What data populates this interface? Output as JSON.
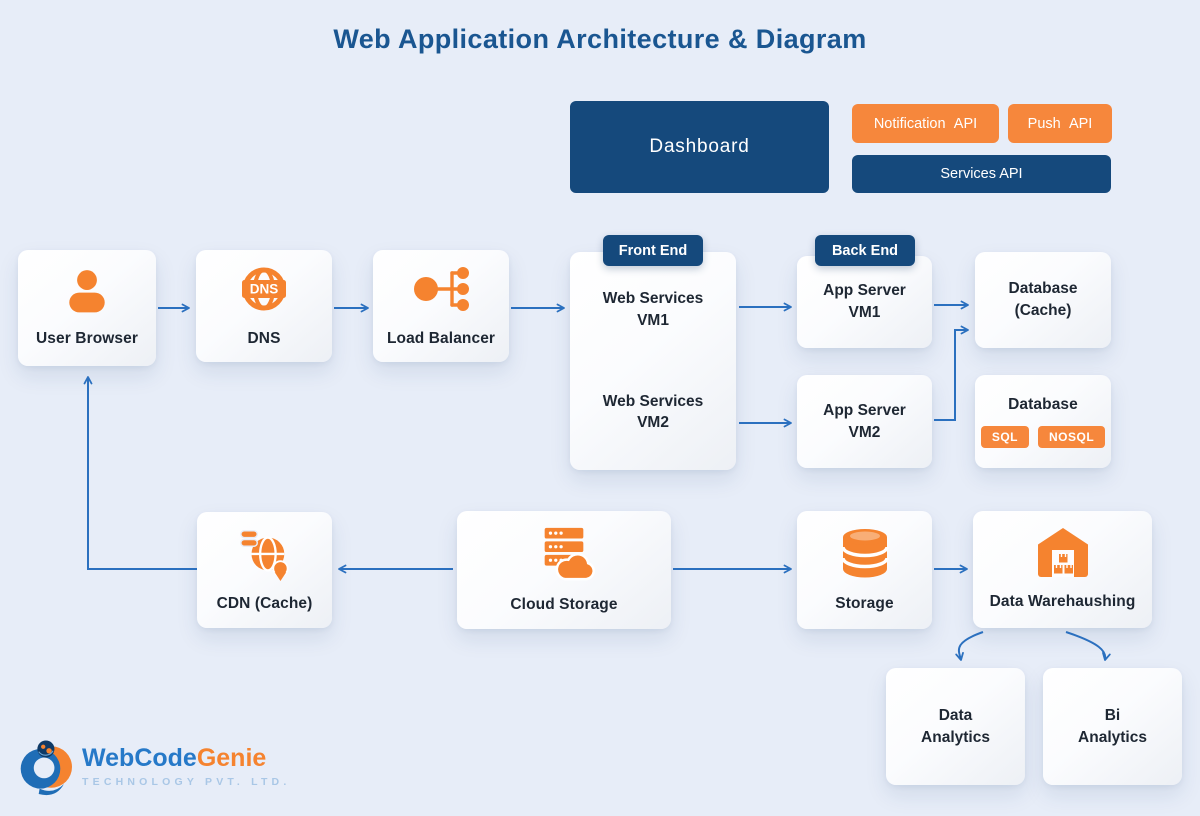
{
  "title": "Web Application Architecture & Diagram",
  "colors": {
    "background": "#e7edf8",
    "navy": "#15497c",
    "orange": "#f6873c",
    "arrow_blue": "#2b70bf",
    "title_blue": "#1a5691",
    "text_dark": "#1e2733"
  },
  "api_bar": {
    "dashboard": "Dashboard",
    "notification_api": "Notification API",
    "push_api": "Push API",
    "services_api": "Services API"
  },
  "pills": {
    "front_end": "Front End",
    "back_end": "Back End"
  },
  "nodes": {
    "user_browser": {
      "label": "User Browser",
      "icon": "user-icon"
    },
    "dns": {
      "label": "DNS",
      "icon": "dns-globe-icon",
      "icon_text": "DNS"
    },
    "load_balancer": {
      "label": "Load Balancer",
      "icon": "load-balancer-icon"
    },
    "web_services": {
      "vm1": {
        "line1": "Web Services",
        "line2": "VM1"
      },
      "vm2": {
        "line1": "Web Services",
        "line2": "VM2"
      }
    },
    "app_server_vm1": {
      "line1": "App Server",
      "line2": "VM1"
    },
    "app_server_vm2": {
      "line1": "App Server",
      "line2": "VM2"
    },
    "database_cache": {
      "line1": "Database",
      "line2": "(Cache)"
    },
    "database": {
      "label": "Database",
      "badges": [
        "SQL",
        "NOSQL"
      ]
    },
    "cdn": {
      "label": "CDN (Cache)",
      "icon": "cdn-globe-icon"
    },
    "cloud_storage": {
      "label": "Cloud Storage",
      "icon": "cloud-server-icon"
    },
    "storage": {
      "label": "Storage",
      "icon": "database-cylinder-icon"
    },
    "data_warehousing": {
      "label": "Data Warehaushing",
      "icon": "warehouse-icon"
    },
    "data_analytics": {
      "line1": "Data",
      "line2": "Analytics"
    },
    "bi_analytics": {
      "line1": "Bi",
      "line2": "Analytics"
    }
  },
  "connections": [
    {
      "from": "User Browser",
      "to": "DNS"
    },
    {
      "from": "DNS",
      "to": "Load Balancer"
    },
    {
      "from": "Load Balancer",
      "to": "Web Services VM1"
    },
    {
      "from": "Web Services VM1",
      "to": "App Server VM1"
    },
    {
      "from": "Web Services VM2",
      "to": "App Server VM2"
    },
    {
      "from": "App Server VM1",
      "to": "Database (Cache)"
    },
    {
      "from": "App Server VM2",
      "to": "Database (Cache)"
    },
    {
      "from": "Cloud Storage",
      "to": "CDN (Cache)"
    },
    {
      "from": "Cloud Storage",
      "to": "Storage"
    },
    {
      "from": "Storage",
      "to": "Data Warehaushing"
    },
    {
      "from": "CDN (Cache)",
      "to": "User Browser"
    },
    {
      "from": "Data Warehaushing",
      "to": "Data Analytics"
    },
    {
      "from": "Data Warehaushing",
      "to": "Bi Analytics"
    }
  ],
  "logo": {
    "brand_blue": "WebCode",
    "brand_orange": "Genie",
    "subtitle": "TECHNOLOGY PVT. LTD."
  }
}
